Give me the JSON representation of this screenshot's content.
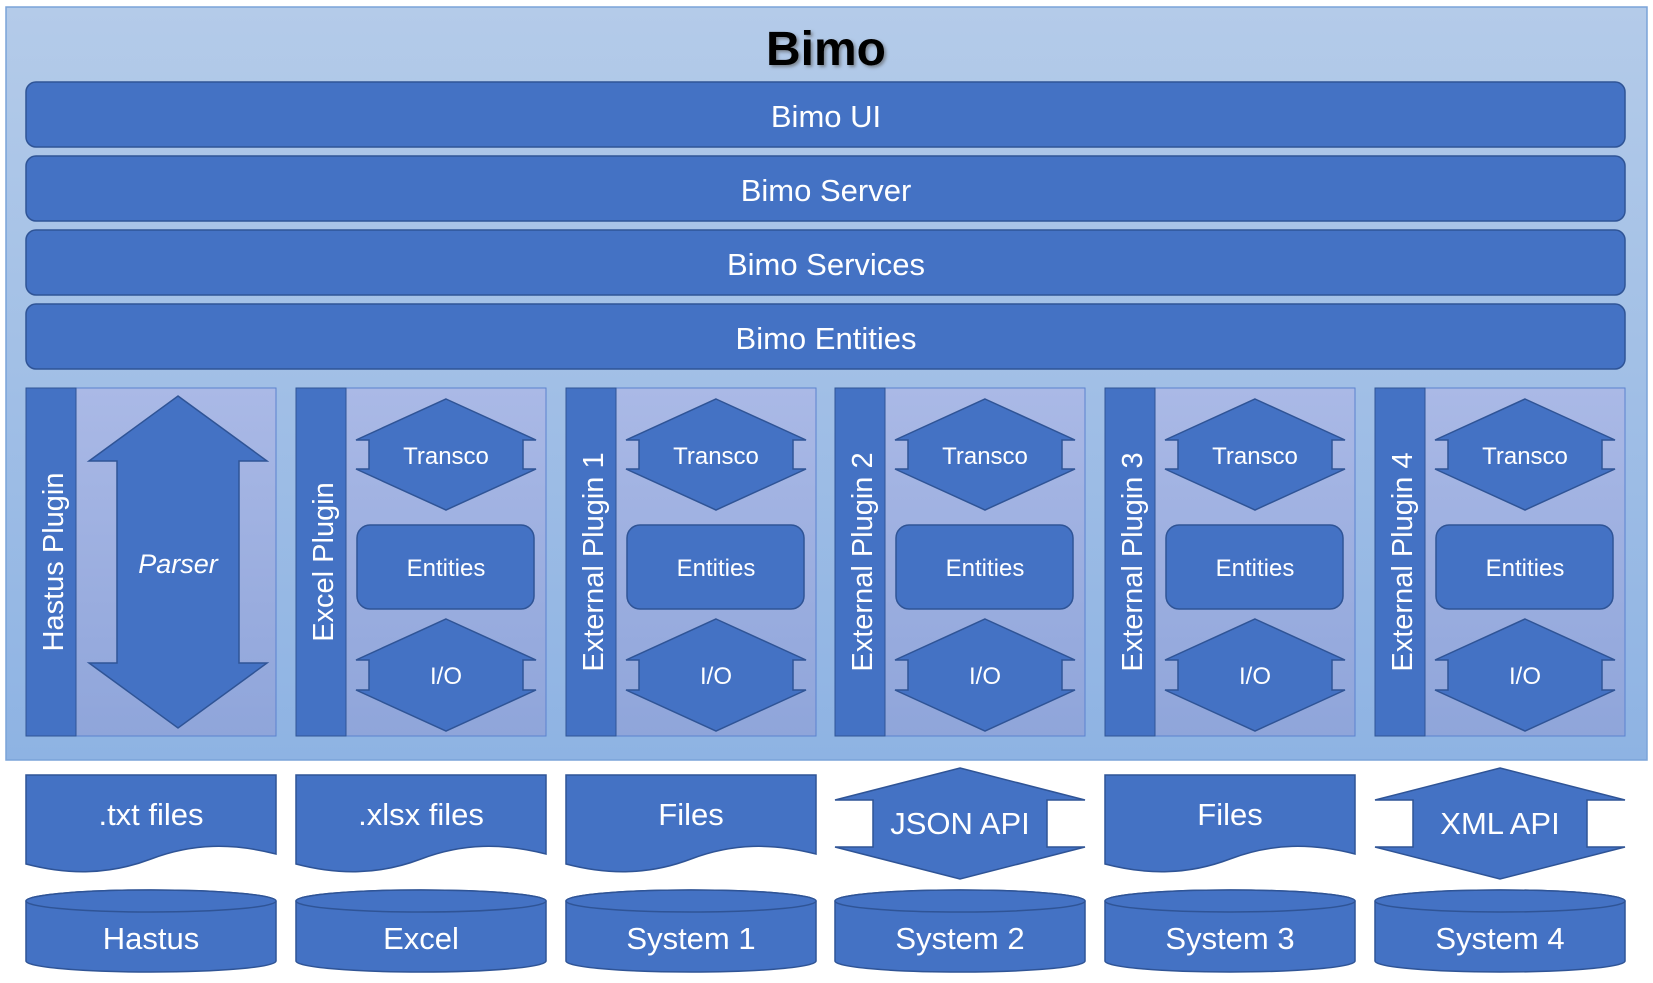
{
  "title": "Bimo",
  "layers": [
    {
      "id": "ui",
      "label": "Bimo UI"
    },
    {
      "id": "server",
      "label": "Bimo Server"
    },
    {
      "id": "services",
      "label": "Bimo Services"
    },
    {
      "id": "entities",
      "label": "Bimo Entities"
    }
  ],
  "plugins": [
    {
      "id": "hastus",
      "label": "Hastus Plugin",
      "kind": "parser",
      "parser_label": "Parser"
    },
    {
      "id": "excel",
      "label": "Excel Plugin",
      "kind": "standard",
      "transco_label": "Transco",
      "entities_label": "Entities",
      "io_label": "I/O"
    },
    {
      "id": "external1",
      "label": "External Plugin 1",
      "kind": "standard",
      "transco_label": "Transco",
      "entities_label": "Entities",
      "io_label": "I/O"
    },
    {
      "id": "external2",
      "label": "External Plugin 2",
      "kind": "standard",
      "transco_label": "Transco",
      "entities_label": "Entities",
      "io_label": "I/O"
    },
    {
      "id": "external3",
      "label": "External Plugin 3",
      "kind": "standard",
      "transco_label": "Transco",
      "entities_label": "Entities",
      "io_label": "I/O"
    },
    {
      "id": "external4",
      "label": "External Plugin 4",
      "kind": "standard",
      "transco_label": "Transco",
      "entities_label": "Entities",
      "io_label": "I/O"
    }
  ],
  "interfaces": [
    {
      "label": ".txt files",
      "shape": "document"
    },
    {
      "label": ".xlsx files",
      "shape": "document"
    },
    {
      "label": "Files",
      "shape": "document"
    },
    {
      "label": "JSON API",
      "shape": "double-arrow"
    },
    {
      "label": "Files",
      "shape": "document"
    },
    {
      "label": "XML API",
      "shape": "double-arrow"
    }
  ],
  "systems": [
    {
      "label": "Hastus"
    },
    {
      "label": "Excel"
    },
    {
      "label": "System 1"
    },
    {
      "label": "System 2"
    },
    {
      "label": "System 3"
    },
    {
      "label": "System 4"
    }
  ],
  "colors": {
    "container_top": "#b4cbe9",
    "container_bottom": "#8eb3e3",
    "container_border": "#7aa3d8",
    "block": "#4472c4",
    "block_border": "#2f5496",
    "plugin_panel": "#9daee0",
    "title_text": "#000000",
    "label_text": "#ffffff"
  }
}
